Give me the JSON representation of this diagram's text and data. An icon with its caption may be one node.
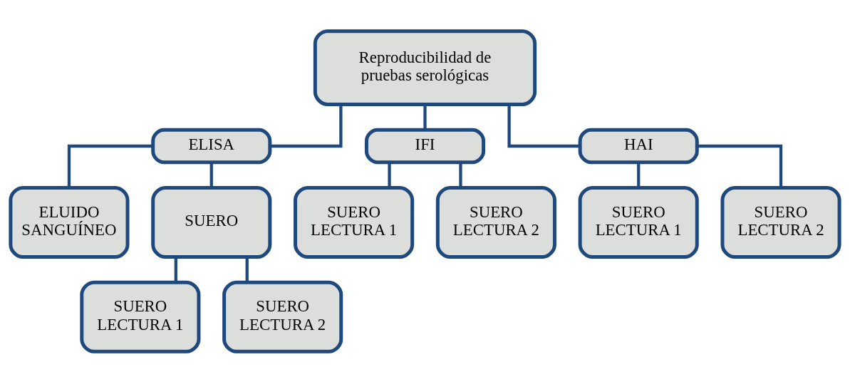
{
  "diagram": {
    "nodes": [
      {
        "text": [
          "Reproducibilidad de pruebas serológicas"
        ]
      },
      {
        "text": [
          "ELISA"
        ]
      },
      {
        "text": [
          "IFI"
        ]
      },
      {
        "text": [
          "HAI"
        ]
      },
      {
        "text": [
          "ELUIDO SANGUÍNEO"
        ]
      },
      {
        "text": [
          "SUERO"
        ]
      },
      {
        "text": [
          "SUERO LECTURA 1"
        ]
      },
      {
        "text": [
          "SUERO LECTURA 2"
        ]
      },
      {
        "text": [
          "SUERO LECTURA 1"
        ]
      },
      {
        "text": [
          "SUERO LECTURA 2"
        ]
      },
      {
        "text": [
          "SUERO LECTURA 1"
        ]
      },
      {
        "text": [
          "SUERO LECTURA 2"
        ]
      }
    ],
    "edges": [
      {
        "from": 0,
        "to": 1,
        "arrow": "none"
      },
      {
        "from": 0,
        "to": 2,
        "arrow": "none"
      },
      {
        "from": 0,
        "to": 3,
        "arrow": "none"
      },
      {
        "from": 1,
        "to": 4,
        "arrow": "none"
      },
      {
        "from": 1,
        "to": 5,
        "arrow": "none"
      },
      {
        "from": 2,
        "to": 8,
        "arrow": "none"
      },
      {
        "from": 2,
        "to": 9,
        "arrow": "none"
      },
      {
        "from": 3,
        "to": 10,
        "arrow": "none"
      },
      {
        "from": 3,
        "to": 11,
        "arrow": "none"
      },
      {
        "from": 5,
        "to": 6,
        "arrow": "none"
      },
      {
        "from": 5,
        "to": 7,
        "arrow": "none"
      }
    ]
  }
}
